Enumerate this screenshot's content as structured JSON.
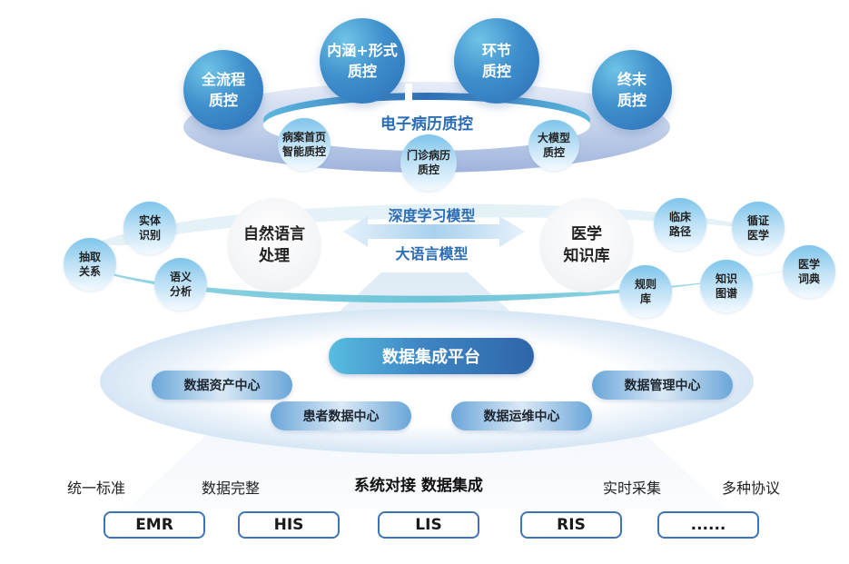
{
  "top_layer": {
    "center_title": "电子病历质控",
    "big_circles": [
      {
        "line1": "全流程",
        "line2": "质控"
      },
      {
        "line1": "内涵+形式",
        "line2": "质控"
      },
      {
        "line1": "环节",
        "line2": "质控"
      },
      {
        "line1": "终末",
        "line2": "质控"
      }
    ],
    "small_circles": [
      {
        "line1": "病案首页",
        "line2": "智能质控"
      },
      {
        "line1": "门诊病历",
        "line2": "质控"
      },
      {
        "line1": "大模型",
        "line2": "质控"
      }
    ]
  },
  "middle_layer": {
    "arrow_top_label": "深度学习模型",
    "arrow_bottom_label": "大语言模型",
    "left_hub": {
      "line1": "自然语言",
      "line2": "处理"
    },
    "right_hub": {
      "line1": "医学",
      "line2": "知识库"
    },
    "left_nodes": [
      {
        "line1": "实体",
        "line2": "识别"
      },
      {
        "line1": "抽取",
        "line2": "关系"
      },
      {
        "line1": "语义",
        "line2": "分析"
      }
    ],
    "right_nodes": [
      {
        "line1": "临床",
        "line2": "路径"
      },
      {
        "line1": "循证",
        "line2": "医学"
      },
      {
        "line1": "医学",
        "line2": "词典"
      },
      {
        "line1": "规则",
        "line2": "库"
      },
      {
        "line1": "知识",
        "line2": "图谱"
      }
    ]
  },
  "data_layer": {
    "platform": "数据集成平台",
    "centers": [
      "数据资产中心",
      "患者数据中心",
      "数据运维中心",
      "数据管理中心"
    ]
  },
  "integration_layer": {
    "title": "系统对接 数据集成",
    "features": [
      "统一标准",
      "数据完整",
      "实时采集",
      "多种协议"
    ],
    "systems": [
      "EMR",
      "HIS",
      "LIS",
      "RIS",
      "......"
    ]
  }
}
